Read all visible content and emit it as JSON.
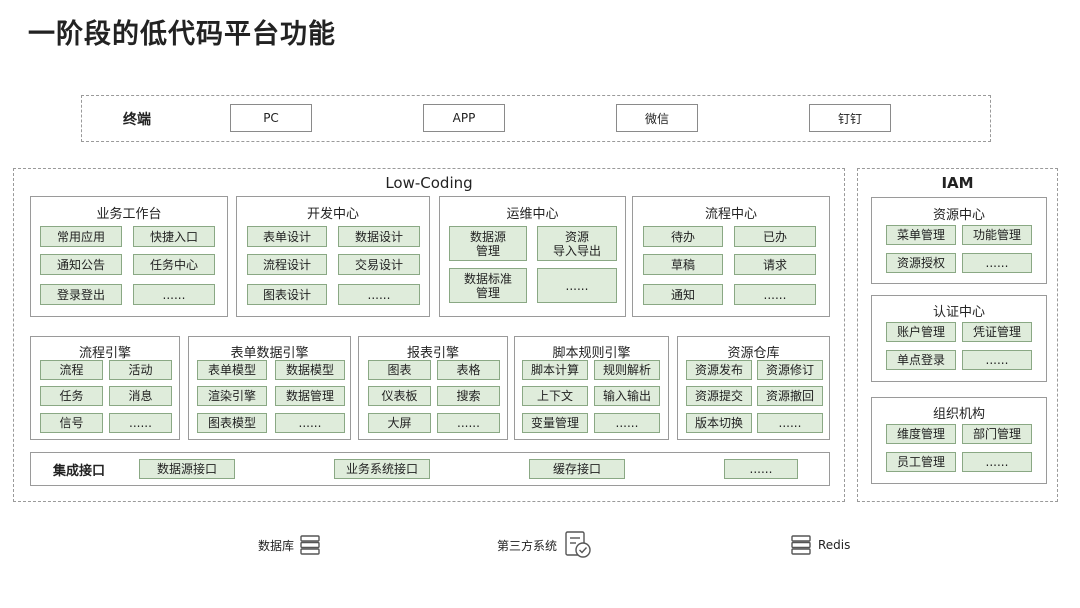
{
  "title": "一阶段的低代码平台功能",
  "terminal": {
    "label": "终端",
    "items": [
      "PC",
      "APP",
      "微信",
      "钉钉"
    ]
  },
  "lowcoding": {
    "title": "Low-Coding",
    "modules": [
      {
        "title": "业务工作台",
        "items": [
          "常用应用",
          "快捷入口",
          "通知公告",
          "任务中心",
          "登录登出",
          "......"
        ]
      },
      {
        "title": "开发中心",
        "items": [
          "表单设计",
          "数据设计",
          "流程设计",
          "交易设计",
          "图表设计",
          "......"
        ]
      },
      {
        "title": "运维中心",
        "items": [
          "数据源\n管理",
          "资源\n导入导出",
          "数据标准\n管理",
          "......"
        ]
      },
      {
        "title": "流程中心",
        "items": [
          "待办",
          "已办",
          "草稿",
          "请求",
          "通知",
          "......"
        ]
      }
    ],
    "engines": [
      {
        "title": "流程引擎",
        "items": [
          "流程",
          "活动",
          "任务",
          "消息",
          "信号",
          "......"
        ]
      },
      {
        "title": "表单数据引擎",
        "items": [
          "表单模型",
          "数据模型",
          "渲染引擎",
          "数据管理",
          "图表模型",
          "......"
        ]
      },
      {
        "title": "报表引擎",
        "items": [
          "图表",
          "表格",
          "仪表板",
          "搜索",
          "大屏",
          "......"
        ]
      },
      {
        "title": "脚本规则引擎",
        "items": [
          "脚本计算",
          "规则解析",
          "上下文",
          "输入输出",
          "变量管理",
          "......"
        ]
      },
      {
        "title": "资源仓库",
        "items": [
          "资源发布",
          "资源修订",
          "资源提交",
          "资源撤回",
          "版本切换",
          "......"
        ]
      }
    ],
    "integration": {
      "label": "集成接口",
      "items": [
        "数据源接口",
        "业务系统接口",
        "缓存接口",
        "......"
      ]
    }
  },
  "iam": {
    "title": "IAM",
    "groups": [
      {
        "title": "资源中心",
        "items": [
          "菜单管理",
          "功能管理",
          "资源授权",
          "......"
        ]
      },
      {
        "title": "认证中心",
        "items": [
          "账户管理",
          "凭证管理",
          "单点登录",
          "......"
        ]
      },
      {
        "title": "组织机构",
        "items": [
          "维度管理",
          "部门管理",
          "员工管理",
          "......"
        ]
      }
    ]
  },
  "bottom": [
    {
      "label": "数据库",
      "icon": "database-icon"
    },
    {
      "label": "第三方系统",
      "icon": "third-party-system-icon"
    },
    {
      "label": "Redis",
      "icon": "redis-database-icon"
    }
  ]
}
